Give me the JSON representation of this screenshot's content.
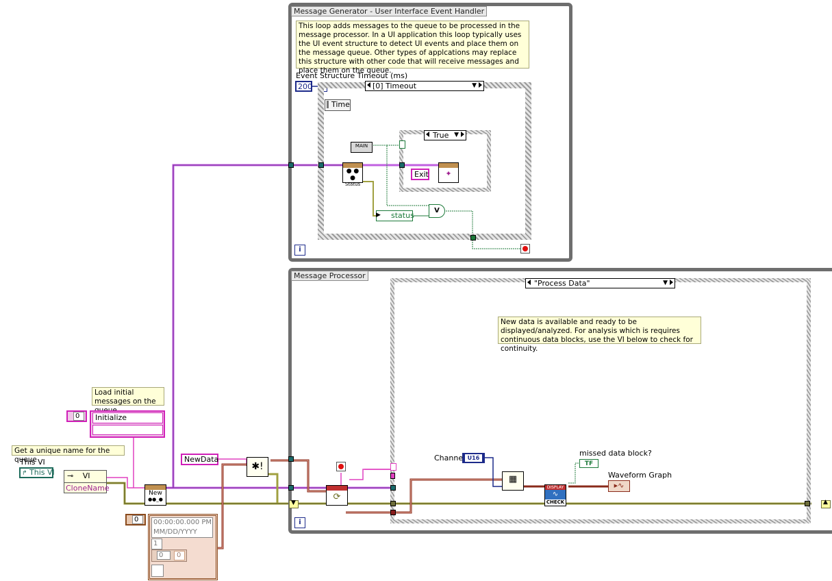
{
  "loops": {
    "generator_title": "Message Generator - User Interface Event Handler",
    "processor_title": "Message Processor"
  },
  "comments": {
    "generator": "This loop adds messages to the queue to be processed in the message processor. In a UI application this loop typically uses the UI event structure to detect UI events and place them on the message queue. Other types of applcations may replace this structure with other code that will receive messages and place them on the queue.",
    "process_data": "New data is available and ready to be displayed/analyzed. For analysis which is requires continuous data blocks, use the VI below to check for continuity.",
    "initial_messages": "Load initial messages on the queue",
    "unique_name": "Get a unique name for the queue"
  },
  "event_structure": {
    "timeout_label": "Event Structure Timeout (ms)",
    "timeout_value": "200",
    "case_label": "[0] Timeout",
    "time_node": "Time",
    "inner_case": "True",
    "exit_const": "Exit",
    "main_node": "MAIN",
    "status_node": "Status",
    "status_indicator": "status",
    "or_symbol": "V"
  },
  "processor": {
    "case_label": "\"Process Data\"",
    "channel_label": "Channel",
    "channel_type": "U16",
    "missed_label": "missed data block?",
    "missed_type": "TF",
    "waveform_label": "Waveform Graph",
    "check_node": "CHECK",
    "display_node": "DISPLAY"
  },
  "init": {
    "this_vi_label": "This VI",
    "this_vi_const": "This VI",
    "vi_node": "VI",
    "clone_name": "CloneName",
    "array_index": "0",
    "initialize": "Initialize",
    "new_node": "New",
    "newdata_const": "NewData",
    "timestamp_index": "0",
    "timestamp_time": "00:00:00.000 PM",
    "timestamp_date": "MM/DD/YYYY",
    "cluster_value_1": "1",
    "cluster_value_2": "0",
    "cluster_value_3": "0"
  },
  "colors": {
    "queue_wire": "#c060e0",
    "error_wire": "#a0a040",
    "cluster_wire": "#8a2a1a",
    "loop_frame": "#6e6e6e"
  }
}
